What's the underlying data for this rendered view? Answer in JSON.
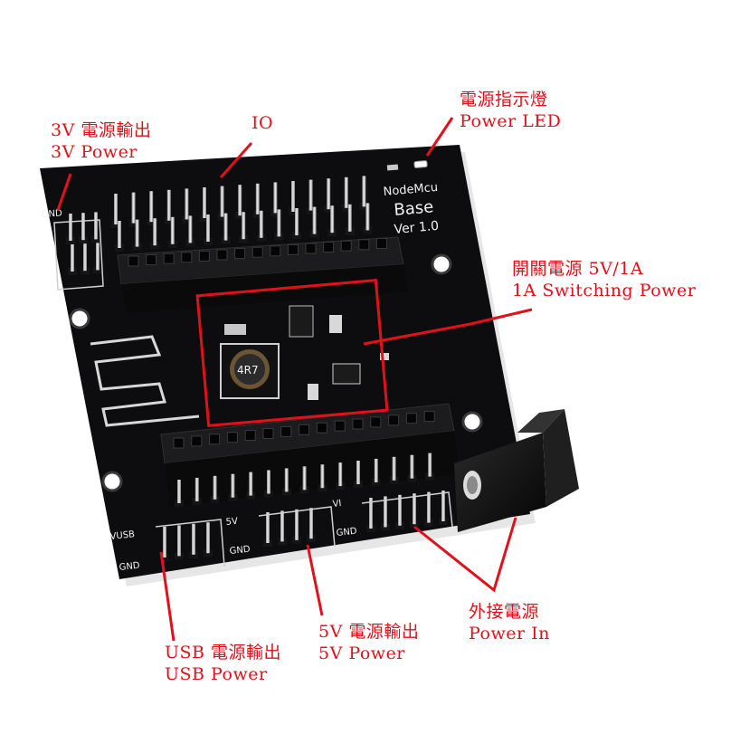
{
  "labels": {
    "power_3v": {
      "zh": "3V 電源輸出",
      "en": "3V Power"
    },
    "io": {
      "en": "IO"
    },
    "power_led": {
      "zh": "電源指示燈",
      "en": "Power LED"
    },
    "switching_power": {
      "zh": "開關電源 5V/1A",
      "en": "1A Switching Power"
    },
    "usb_power": {
      "zh": "USB 電源輸出",
      "en": "USB Power"
    },
    "power_5v": {
      "zh": "5V 電源輸出",
      "en": "5V Power"
    },
    "power_in": {
      "zh": "外接電源",
      "en": "Power In"
    }
  },
  "silkscreen": {
    "brand": "NodeMcu",
    "base": "Base",
    "version": "Ver 1.0",
    "inductor": "4R7",
    "gnd": "GND",
    "usb": "VUSB",
    "five_v": "5V",
    "vi": "VI"
  },
  "colors": {
    "annotation": "#e0111b",
    "board": "#0d0d0f",
    "pin": "#d9d9d9"
  }
}
